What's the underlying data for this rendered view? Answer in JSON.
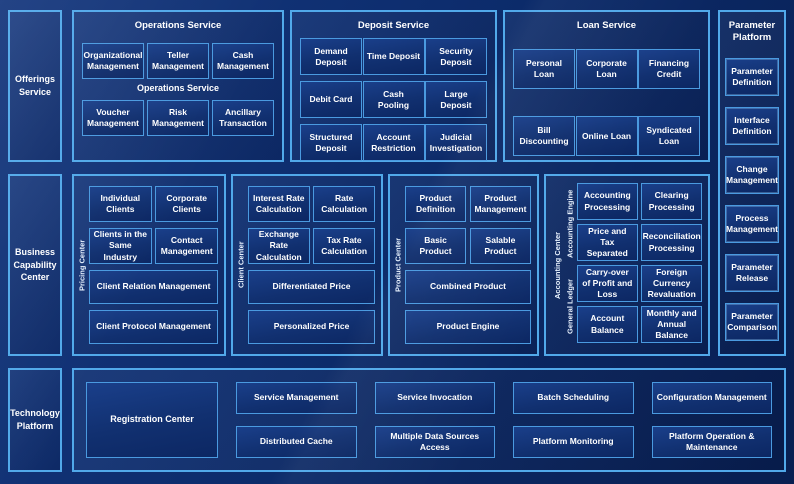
{
  "colors": {
    "background": "#0d2d6e",
    "panel_border": "#51a9ea",
    "box_border": "#4a9ae0",
    "box_fill": "#113070",
    "text": "#ffffff"
  },
  "sidebar": {
    "offerings": "Offerings Service",
    "business_capability": "Business Capability Center",
    "technology": "Technology Platform"
  },
  "operations": {
    "title": "Operations Service",
    "subtitle": "Operations Service",
    "boxes": [
      "Organizational Management",
      "Teller Management",
      "Cash Management",
      "Voucher Management",
      "Risk Management",
      "Ancillary Transaction"
    ]
  },
  "deposit": {
    "title": "Deposit Service",
    "boxes": [
      "Demand Deposit",
      "Time Deposit",
      "Security Deposit",
      "Debit Card",
      "Cash Pooling",
      "Large Deposit",
      "Structured Deposit",
      "Account Restriction",
      "Judicial Investigation"
    ]
  },
  "loan": {
    "title": "Loan Service",
    "boxes": [
      "Personal Loan",
      "Corporate Loan",
      "Financing Credit",
      "Bill Discounting",
      "Online Loan",
      "Syndicated Loan"
    ]
  },
  "parameter_platform": {
    "title": "Parameter Platform",
    "boxes": [
      "Parameter Definition",
      "Interface Definition",
      "Change Management",
      "Process Management",
      "Parameter Release",
      "Parameter Comparison"
    ]
  },
  "pricing_center": {
    "vertical_label": "Pricing Center",
    "small_boxes": [
      "Individual Clients",
      "Corporate Clients",
      "Clients in the Same Industry",
      "Contact Management"
    ],
    "wide_boxes": [
      "Client Relation Management",
      "Client Protocol Management"
    ]
  },
  "client_center": {
    "vertical_label": "Client Center",
    "small_boxes": [
      "Interest Rate Calculation",
      "Rate Calculation",
      "Exchange Rate Calculation",
      "Tax Rate Calculation"
    ],
    "wide_boxes": [
      "Differentiated Price",
      "Personalized Price"
    ]
  },
  "product_center": {
    "vertical_label": "Product Center",
    "small_boxes": [
      "Product Definition",
      "Product Management",
      "Basic Product",
      "Salable Product"
    ],
    "wide_boxes": [
      "Combined Product",
      "Product Engine"
    ]
  },
  "accounting_center": {
    "vertical_label": "Accounting Center",
    "engine": {
      "vertical_label": "Accounting Engine",
      "boxes": [
        "Accounting Processing",
        "Clearing Processing",
        "Price and Tax Separated",
        "Reconciliation Processing"
      ]
    },
    "ledger": {
      "vertical_label": "General Ledger",
      "boxes": [
        "Carry-over of Profit and Loss",
        "Foreign Currency Revaluation",
        "Account Balance",
        "Monthly and Annual Balance"
      ]
    }
  },
  "technology_platform": {
    "registration": "Registration Center",
    "columns": [
      [
        "Service Management",
        "Distributed Cache"
      ],
      [
        "Service Invocation",
        "Multiple Data Sources Access"
      ],
      [
        "Batch Scheduling",
        "Platform Monitoring"
      ],
      [
        "Configuration Management",
        "Platform Operation & Maintenance"
      ]
    ]
  }
}
